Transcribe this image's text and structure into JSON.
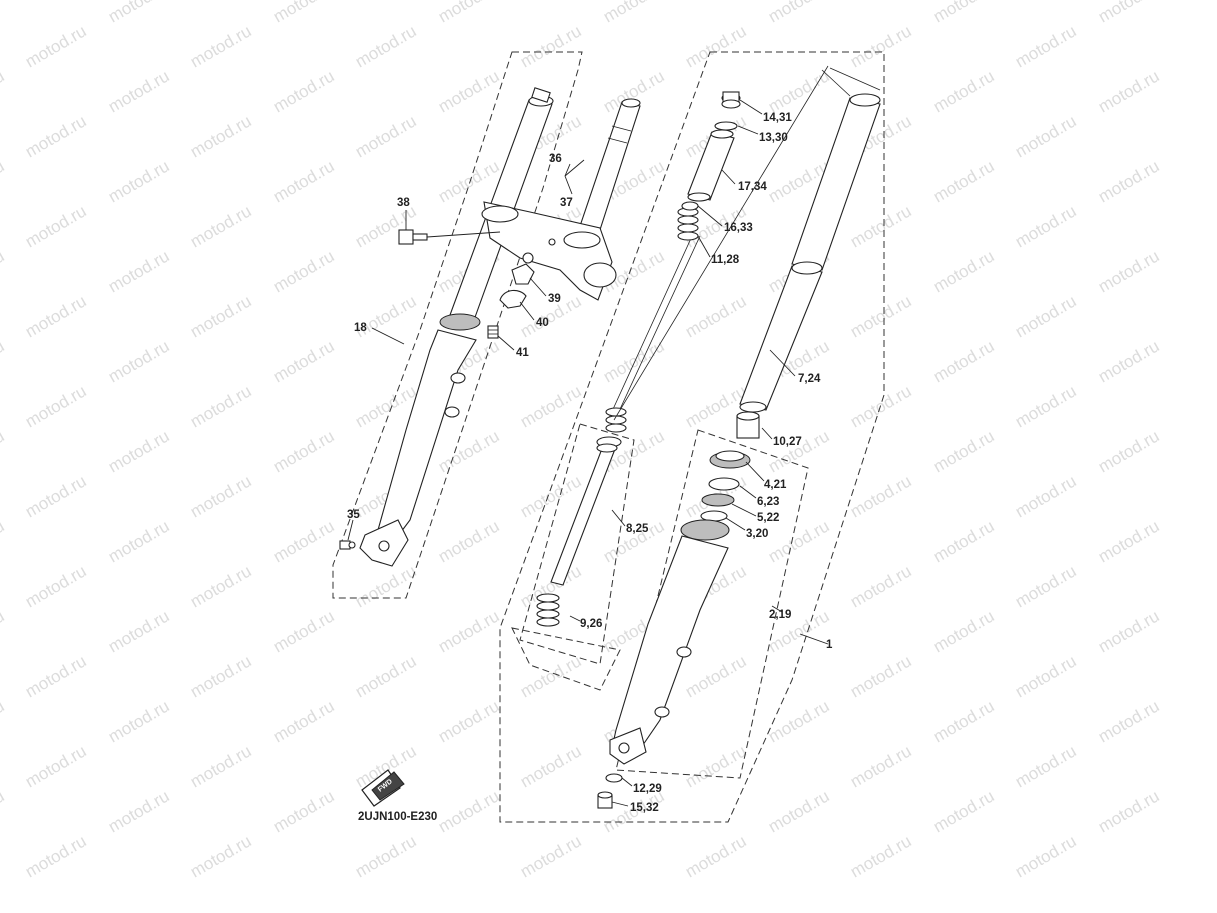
{
  "diagram_code": "2UJN100-E230",
  "fwd_badge": "FWD",
  "watermark_text": "motod.ru",
  "callouts": {
    "c1": "1",
    "c2_19": "2,19",
    "c3_20": "3,20",
    "c4_21": "4,21",
    "c5_22": "5,22",
    "c6_23": "6,23",
    "c7_24": "7,24",
    "c8_25": "8,25",
    "c9_26": "9,26",
    "c10_27": "10,27",
    "c11_28": "11,28",
    "c12_29": "12,29",
    "c13_30": "13,30",
    "c14_31": "14,31",
    "c15_32": "15,32",
    "c16_33": "16,33",
    "c17_34": "17,34",
    "c18": "18",
    "c35": "35",
    "c36": "36",
    "c37": "37",
    "c38": "38",
    "c39": "39",
    "c40": "40",
    "c41": "41"
  }
}
